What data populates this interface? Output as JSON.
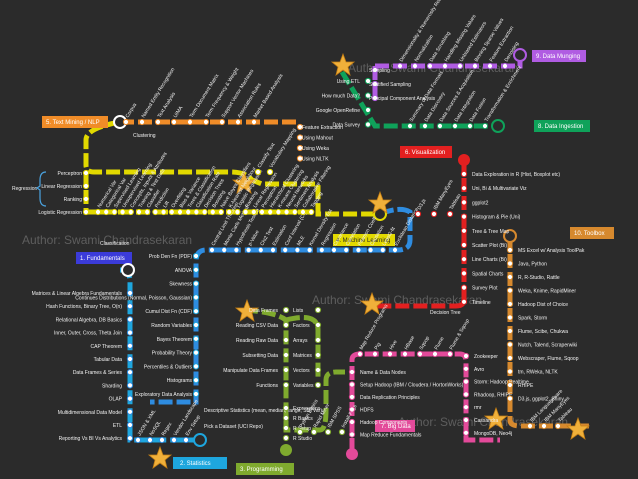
{
  "watermark": "Author: Swami Chandrasekaran",
  "lines": {
    "fundamentals": {
      "label": "1. Fundamentals",
      "color": "#2e8ce0"
    },
    "statistics": {
      "label": "2. Statistics",
      "color": "#1ea6de"
    },
    "programming": {
      "label": "3. Programming",
      "color": "#7faa2e"
    },
    "machine_learning": {
      "label": "4. Machine Learning",
      "color": "#e2d900"
    },
    "text_mining": {
      "label": "5. Text Mining / NLP",
      "color": "#f08c28"
    },
    "visualization": {
      "label": "6. Visualization",
      "color": "#e32020"
    },
    "big_data": {
      "label": "7. Big Data",
      "color": "#e34a9a"
    },
    "data_ingestion": {
      "label": "8. Data Ingestion",
      "color": "#0fa25a"
    },
    "data_munging": {
      "label": "9. Data Munging",
      "color": "#b05ce2"
    },
    "toolbox": {
      "label": "10. Toolbox",
      "color": "#d6892e"
    }
  },
  "fundamentals_stations": [
    "Matrices & Linear Algebra Fundamentals",
    "Hash Functions, Binary Tree, O(n)",
    "Relational Algebra, DB Basics",
    "Inner, Outer, Cross, Theta Join",
    "CAP Theorem",
    "Tabular Data",
    "Data Frames & Series",
    "Sharding",
    "OLAP",
    "Multidimensional Data Model",
    "ETL",
    "Reporting Vs BI Vs Analytics"
  ],
  "fundamentals_diag": [
    "JSON & XML",
    "NoSQL",
    "Regex",
    "Vendor Landscape",
    "Env Setup"
  ],
  "statistics_stations": [
    "Prob Den Fn (PDF)",
    "ANOVA",
    "Skewness",
    "Continues Distributions (Normal, Poisson, Gaussian)",
    "Cumul Dist Fn (CDF)",
    "Random Variables",
    "Bayes Theorem",
    "Probability Theory",
    "Percentiles & Outliers",
    "Histograms",
    "Exploratory Data Analysis",
    "Descriptive Statistics (mean, median, range, SD, Var)",
    "Pick a Dataset (UCI Repo)"
  ],
  "statistics_diag": [
    "Central Limit Theorem",
    "Monte Carlo Method",
    "Hypothesis Testing",
    "p-Value",
    "Chi2 Test",
    "Estimation",
    "Conf Interval (CI)",
    "MLE",
    "Kernel Density Est",
    "Regression",
    "Covariance",
    "Correlation",
    "Pearson Coeff",
    "Causation",
    "Least2-fit",
    "Euclidean Distance"
  ],
  "programming_stations": [
    "Data Frames",
    "Reading CSV Data",
    "Reading Raw Data",
    "Subsetting Data",
    "Manipulate Data Frames",
    "Functions",
    "Lists",
    "Factors",
    "Arrays",
    "Matrices",
    "Vectors",
    "Variables",
    "Expressions",
    "R Basics",
    "R Setup",
    "R Studio"
  ],
  "programming_diag": [
    "Python Basics",
    "Rapid Miner",
    "IBM SPSS",
    "Install Pkgs"
  ],
  "ml_left": [
    "Perceptron",
    "Linear Regression",
    "Ranking",
    "Logistic Regression"
  ],
  "ml_diag": [
    "Numerical Var",
    "Categorical Var",
    "Supervised Learning",
    "Unsupervised Learning",
    "Concepts, Inputs & Attributes",
    "Training & Test Data",
    "Classifier",
    "Prediction",
    "Lift",
    "Overfitting",
    "Bias & Variance",
    "Trees & Classification",
    "Classification Rate",
    "Decision Trees",
    "Boosting",
    "Naive Bayes Classifiers",
    "K-Nearest Neighbour",
    "Logistic Regression",
    "Ranking",
    "Linear Regression",
    "Perceptron",
    "Hierarchical Clustering",
    "K-means Clustering",
    "Neural Networks",
    "Sentiment Analysis",
    "Collaborative Filtering",
    "Tagging"
  ],
  "ml_extra": [
    "Regression",
    "Classification",
    "Clustering"
  ],
  "text_diag": [
    "Corpus",
    "Named Entity Recognition",
    "Text Analysis",
    "UIMA",
    "Term Document Matrix",
    "Term Frequency & Weight",
    "Support Vector Machines",
    "Association Rules",
    "Market Based Analysis",
    "Feature Extraction",
    "Using Mahout",
    "Using Weka",
    "Using NLTK",
    "Classify Text",
    "Vocabulary Mapping"
  ],
  "ingestion_stations": [
    "Using ETL",
    "How much Data?",
    "Google OpenRefine",
    "Data Survey"
  ],
  "ingestion_diag": [
    "Summary of Data Formats",
    "Data Discovery",
    "Data Sources & Acquisition",
    "Data Integration",
    "Data Fusion",
    "Transformation & Enrichment"
  ],
  "munging_stations": [
    "Sampling",
    "Stratified Sampling",
    "Principal Component Analysis"
  ],
  "munging_diag": [
    "Dimensionality & Numerosity Reduction",
    "Normalization",
    "Data Scrubbing",
    "Handling Missing Values",
    "Unbiased Estimators",
    "Binning Sparse Values",
    "Feature Extraction",
    "Denoising"
  ],
  "viz_stations": [
    "Data Exploration in R (Hist, Boxplot etc)",
    "Uni, Bi & Multivariate Viz",
    "ggplot2",
    "Histogram & Pie (Uni)",
    "Tree & Tree Map",
    "Scatter Plot (Bi)",
    "Line Charts (Bi)",
    "Spatial Charts",
    "Survey Plot",
    "Timeline",
    "Decision Tree"
  ],
  "viz_diag": [
    "D3.js",
    "IBM ManyEyes",
    "Tableau"
  ],
  "bigdata_stations": [
    "Name & Data Nodes",
    "Setup Hadoop (IBM / Cloudera / HortonWorks)",
    "Data Replication Principles",
    "HDFS",
    "Hadoop Components",
    "Map Reduce Fundamentals"
  ],
  "bigdata_right": [
    "Zookeeper",
    "Avro",
    "Storm: Hadoop Realtime",
    "Rhadoop, RHIPE",
    "rmr",
    "Cassandra",
    "MongoDB, Neo4j"
  ],
  "bigdata_diag": [
    "Map Reduce Programs",
    "Pig",
    "Hive",
    "HBase",
    "Sqoop",
    "Flume",
    "Flume & Sqoop"
  ],
  "toolbox_stations": [
    "MS Excel w/ Analysis ToolPak",
    "Java, Python",
    "R, R-Studio, Rattle",
    "Weka, Knime, RapidMiner",
    "Hadoop Dist of Choice",
    "Spark, Storm",
    "Flume, Scibe, Chukwa",
    "Nutch, Talend, Scraperwiki",
    "Webscraper, Flume, Sqoop",
    "tm, RWeka, NLTK",
    "RHIPE",
    "D3.js, ggplot2, Shiny"
  ],
  "toolbox_diag": [
    "IBM Languageware",
    "IBM ManyEyes",
    "Tableau"
  ],
  "legend_headers": [
    "Clustering",
    "Regression",
    "Classification"
  ]
}
